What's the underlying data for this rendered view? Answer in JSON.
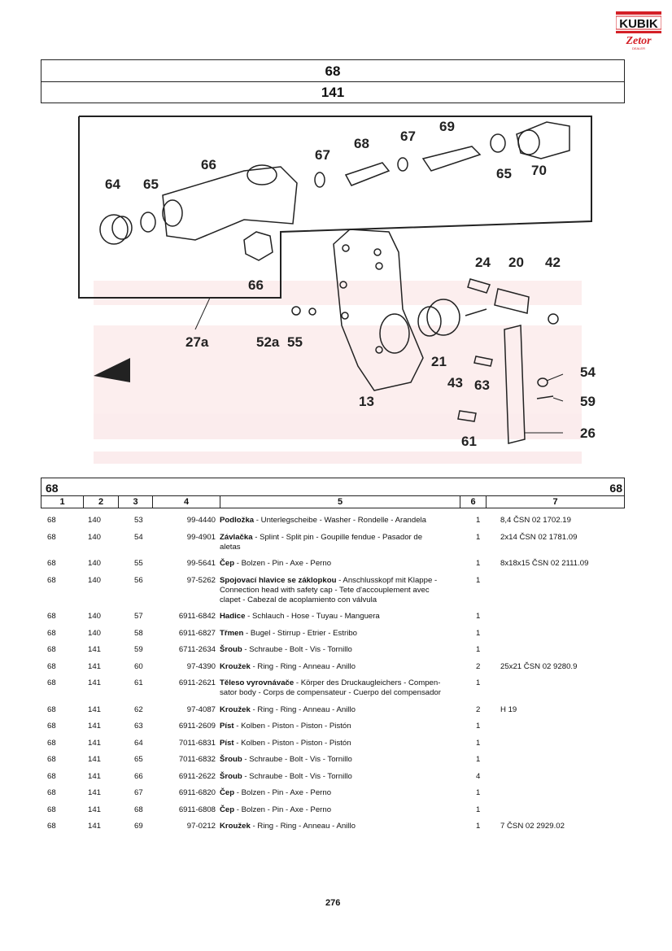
{
  "logo": {
    "brand": "KUBIK",
    "sub": "Zetor",
    "tag": "DEALER"
  },
  "header": {
    "group": "68",
    "subgroup": "141"
  },
  "diagram": {
    "callouts": [
      "64",
      "65",
      "66",
      "67",
      "68",
      "67",
      "69",
      "65",
      "70",
      "66",
      "24",
      "20",
      "42",
      "27a",
      "52a",
      "55",
      "21",
      "43",
      "63",
      "13",
      "54",
      "59",
      "61",
      "26"
    ]
  },
  "table": {
    "group_left": "68",
    "group_right": "68",
    "columns": [
      "1",
      "2",
      "3",
      "4",
      "5",
      "6",
      "7"
    ],
    "rows": [
      {
        "c1": "68",
        "c2": "140",
        "c3": "53",
        "c4": "99-4440",
        "name": "Podložka",
        "desc": " - Unterlegscheibe - Washer - Rondelle - Arandela",
        "qty": "1",
        "note": "8,4 ČSN 02 1702.19"
      },
      {
        "c1": "68",
        "c2": "140",
        "c3": "54",
        "c4": "99-4901",
        "name": "Závlačka",
        "desc": " - Splint - Split pin - Goupille fendue - Pasador de aletas",
        "qty": "1",
        "note": "2x14 ČSN 02 1781.09"
      },
      {
        "c1": "68",
        "c2": "140",
        "c3": "55",
        "c4": "99-5641",
        "name": "Čep",
        "desc": " - Bolzen - Pin - Axe - Perno",
        "qty": "1",
        "note": "8x18x15  ČSN 02 2111.09"
      },
      {
        "c1": "68",
        "c2": "140",
        "c3": "56",
        "c4": "97-5262",
        "name": "Spojovací hlavice se záklopkou",
        "desc": " - Anschlusskopf mit Klappe - Connection head with safety cap - Tete d'accouplement avec clapet - Cabezal de acoplamiento con válvula",
        "qty": "1",
        "note": ""
      },
      {
        "c1": "68",
        "c2": "140",
        "c3": "57",
        "c4": "6911-6842",
        "name": "Hadice",
        "desc": " - Schlauch - Hose - Tuyau - Manguera",
        "qty": "1",
        "note": ""
      },
      {
        "c1": "68",
        "c2": "140",
        "c3": "58",
        "c4": "6911-6827",
        "name": "Třmen",
        "desc": " - Bugel - Stirrup - Etrier - Estribo",
        "qty": "1",
        "note": ""
      },
      {
        "c1": "68",
        "c2": "141",
        "c3": "59",
        "c4": "6711-2634",
        "name": "Šroub",
        "desc": " - Schraube - Bolt - Vis - Tornillo",
        "qty": "1",
        "note": ""
      },
      {
        "c1": "68",
        "c2": "141",
        "c3": "60",
        "c4": "97-4390",
        "name": "Kroužek",
        "desc": " - Ring - Ring - Anneau - Anillo",
        "qty": "2",
        "note": "25x21 ČSN 02 9280.9"
      },
      {
        "c1": "68",
        "c2": "141",
        "c3": "61",
        "c4": "6911-2621",
        "name": "Těleso vyrovnávače",
        "desc": " - Körper des Druckaugleichers - Compen-sator body - Corps de compensateur - Cuerpo del compensador",
        "qty": "1",
        "note": ""
      },
      {
        "c1": "68",
        "c2": "141",
        "c3": "62",
        "c4": "97-4087",
        "name": "Kroužek",
        "desc": " - Ring - Ring - Anneau - Anillo",
        "qty": "2",
        "note": "H 19"
      },
      {
        "c1": "68",
        "c2": "141",
        "c3": "63",
        "c4": "6911-2609",
        "name": "Píst",
        "desc": " - Kolben - Piston - Piston - Pistón",
        "qty": "1",
        "note": ""
      },
      {
        "c1": "68",
        "c2": "141",
        "c3": "64",
        "c4": "7011-6831",
        "name": "Píst",
        "desc": " - Kolben - Piston - Piston - Pistón",
        "qty": "1",
        "note": ""
      },
      {
        "c1": "68",
        "c2": "141",
        "c3": "65",
        "c4": "7011-6832",
        "name": "Šroub",
        "desc": " - Schraube - Bolt - Vis - Tornillo",
        "qty": "1",
        "note": ""
      },
      {
        "c1": "68",
        "c2": "141",
        "c3": "66",
        "c4": "6911-2622",
        "name": "Šroub",
        "desc": " - Schraube - Bolt - Vis - Tornillo",
        "qty": "4",
        "note": ""
      },
      {
        "c1": "68",
        "c2": "141",
        "c3": "67",
        "c4": "6911-6820",
        "name": "Čep",
        "desc": " - Bolzen - Pin - Axe - Perno",
        "qty": "1",
        "note": ""
      },
      {
        "c1": "68",
        "c2": "141",
        "c3": "68",
        "c4": "6911-6808",
        "name": "Čep",
        "desc": " - Bolzen - Pin - Axe - Perno",
        "qty": "1",
        "note": ""
      },
      {
        "c1": "68",
        "c2": "141",
        "c3": "69",
        "c4": "97-0212",
        "name": "Kroužek",
        "desc": " - Ring - Ring - Anneau - Anillo",
        "qty": "1",
        "note": "7  ČSN 02 2929.02"
      }
    ]
  },
  "page_number": "276"
}
